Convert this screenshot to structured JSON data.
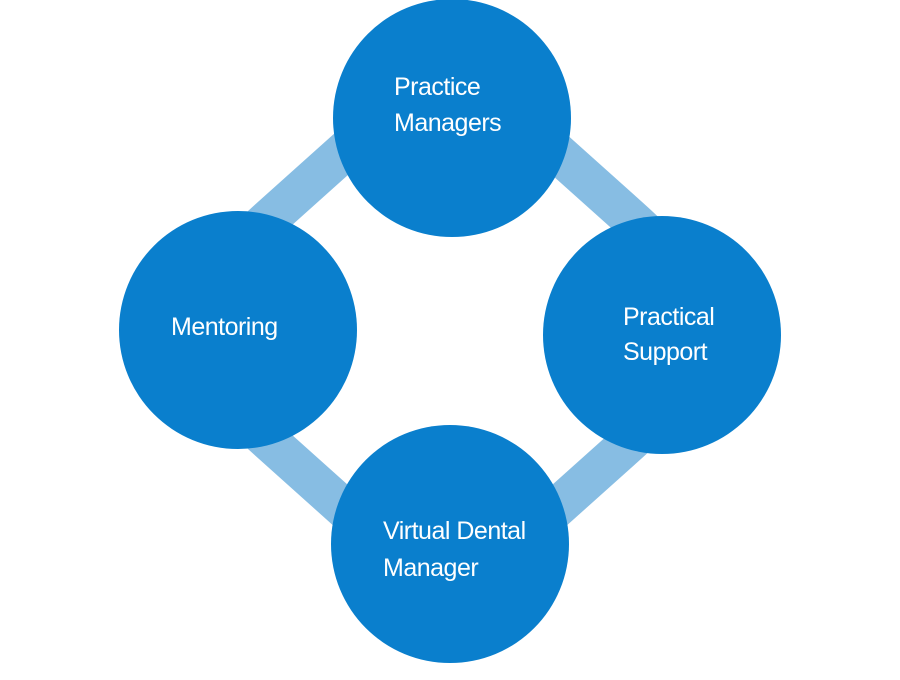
{
  "diagram": {
    "colors": {
      "ring": "#87bde3",
      "node": "#0a7fcd",
      "node_text": "#ffffff",
      "background": "#ffffff"
    },
    "nodes": [
      {
        "id": "top",
        "lines": [
          "Practice",
          "Managers"
        ]
      },
      {
        "id": "right",
        "lines": [
          "Practical",
          "Support"
        ]
      },
      {
        "id": "bottom",
        "lines": [
          "Virtual Dental",
          "Manager"
        ]
      },
      {
        "id": "left",
        "lines": [
          "Mentoring"
        ]
      }
    ]
  }
}
